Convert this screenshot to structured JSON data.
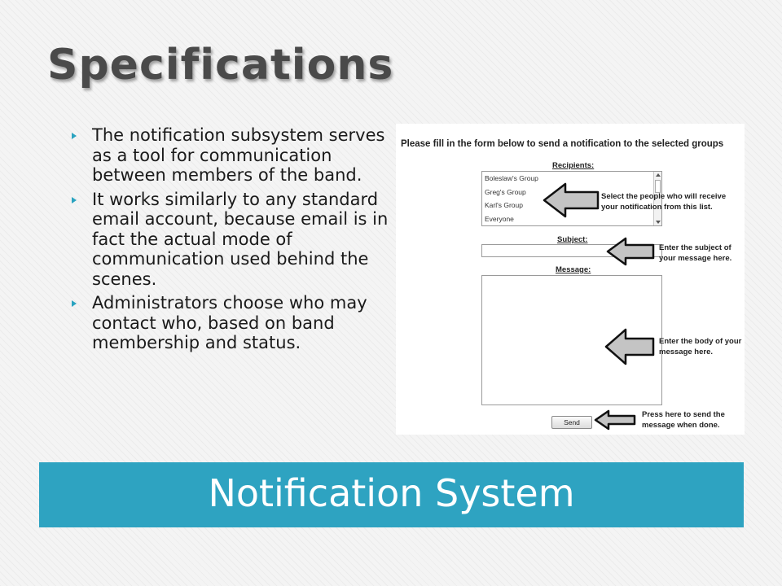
{
  "slide": {
    "heading": "Specifications",
    "bullets": [
      "The notification subsystem serves as a tool for communication between members of the band.",
      "It works similarly to any standard email account, because email is in fact the actual mode of communication used behind the scenes.",
      "Administrators choose who may contact who, based on band membership and status."
    ],
    "banner_title": "Notification System",
    "accent_color": "#2ea3c1"
  },
  "form": {
    "instruction": "Please fill in the form below to send a notification to the selected groups",
    "recipients_label": "Recipients:",
    "recipients_options": [
      "Boleslaw's Group",
      "Greg's Group",
      "Karl's Group",
      "Everyone"
    ],
    "subject_label": "Subject:",
    "subject_value": "",
    "message_label": "Message:",
    "message_value": "",
    "send_label": "Send"
  },
  "annotations": {
    "recipients_note": "Select the people who will receive your notification from this list.",
    "subject_note": "Enter the subject of your message here.",
    "message_note": "Enter the body of your message here.",
    "send_note": "Press here to send the message when done."
  }
}
